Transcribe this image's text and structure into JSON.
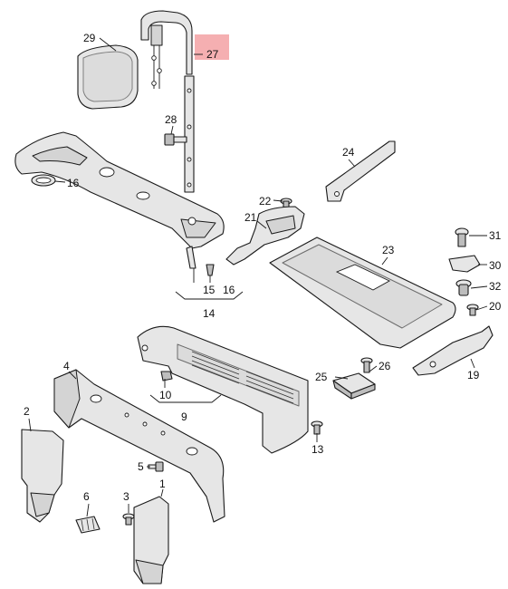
{
  "highlight_color": "#f4a6a8",
  "callouts": [
    {
      "id": "c29",
      "label": "29"
    },
    {
      "id": "c27",
      "label": "27"
    },
    {
      "id": "c28",
      "label": "28"
    },
    {
      "id": "c16a",
      "label": "16"
    },
    {
      "id": "c24",
      "label": "24"
    },
    {
      "id": "c22",
      "label": "22"
    },
    {
      "id": "c21",
      "label": "21"
    },
    {
      "id": "c23",
      "label": "23"
    },
    {
      "id": "c31",
      "label": "31"
    },
    {
      "id": "c30",
      "label": "30"
    },
    {
      "id": "c32",
      "label": "32"
    },
    {
      "id": "c20",
      "label": "20"
    },
    {
      "id": "c15",
      "label": "15"
    },
    {
      "id": "c16b",
      "label": "16"
    },
    {
      "id": "c14",
      "label": "14"
    },
    {
      "id": "c25",
      "label": "25"
    },
    {
      "id": "c26",
      "label": "26"
    },
    {
      "id": "c19",
      "label": "19"
    },
    {
      "id": "c4",
      "label": "4"
    },
    {
      "id": "c10",
      "label": "10"
    },
    {
      "id": "c9",
      "label": "9"
    },
    {
      "id": "c2",
      "label": "2"
    },
    {
      "id": "c13",
      "label": "13"
    },
    {
      "id": "c5",
      "label": "5"
    },
    {
      "id": "c6",
      "label": "6"
    },
    {
      "id": "c3",
      "label": "3"
    },
    {
      "id": "c1",
      "label": "1"
    }
  ]
}
